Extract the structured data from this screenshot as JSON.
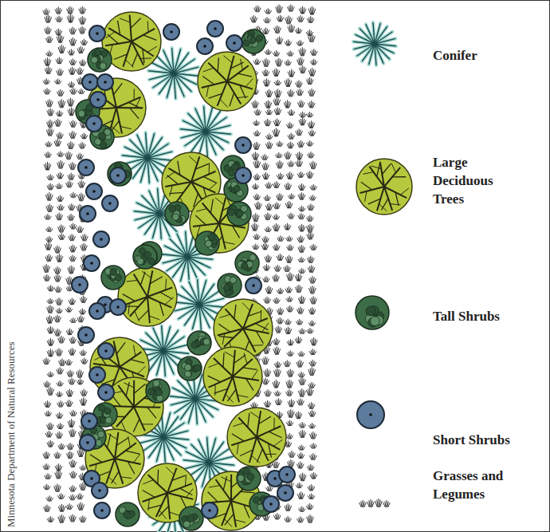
{
  "diagram": {
    "labels": [
      "Minnesota Department of Natural Resources"
    ],
    "legend": [
      {
        "text": "Conifer"
      },
      {
        "text": "Large Deciduous Trees"
      },
      {
        "text": "Tall Shrubs"
      },
      {
        "text": "Short Shrubs"
      },
      {
        "text": "Grasses and Legumes"
      }
    ]
  }
}
